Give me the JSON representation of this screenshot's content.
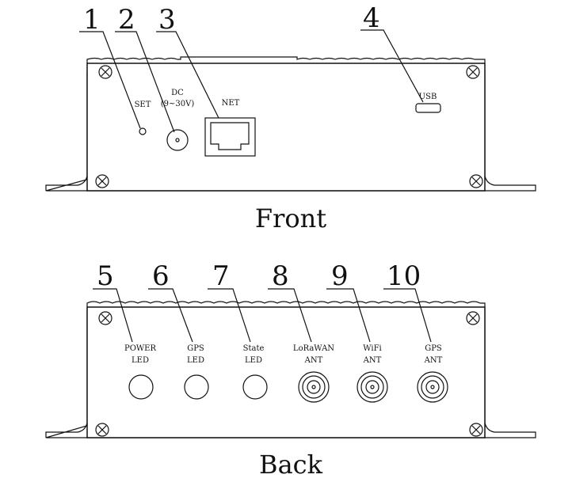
{
  "front": {
    "caption": "Front",
    "callouts": [
      "1",
      "2",
      "3",
      "4"
    ],
    "labels": {
      "set": "SET",
      "dc": "DC",
      "dc_range": "(9~30V)",
      "net": "NET",
      "usb": "USB"
    }
  },
  "back": {
    "caption": "Back",
    "callouts": [
      "5",
      "6",
      "7",
      "8",
      "9",
      "10"
    ],
    "ports": [
      {
        "line1": "POWER",
        "line2": "LED"
      },
      {
        "line1": "GPS",
        "line2": "LED"
      },
      {
        "line1": "State",
        "line2": "LED"
      },
      {
        "line1": "LoRaWAN",
        "line2": "ANT"
      },
      {
        "line1": "WiFi",
        "line2": "ANT"
      },
      {
        "line1": "GPS",
        "line2": "ANT"
      }
    ]
  }
}
